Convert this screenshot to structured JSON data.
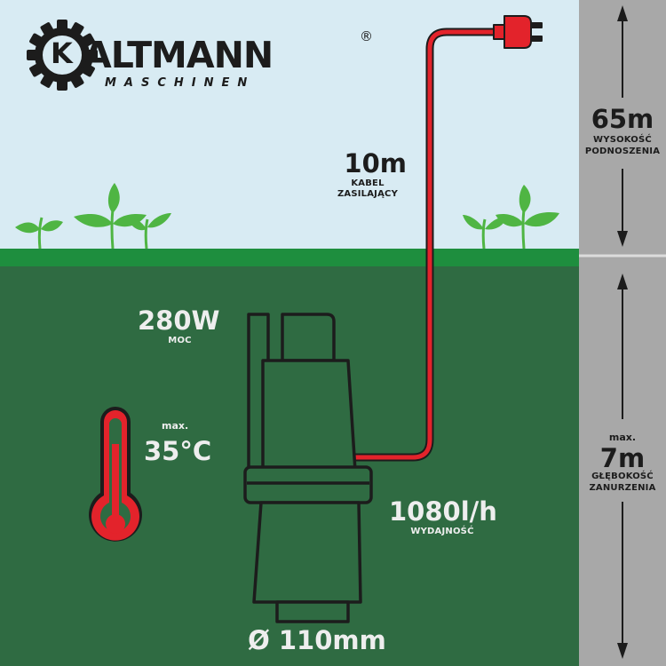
{
  "brand": {
    "logo_letter": "K",
    "name_rest": "ALTMANN",
    "subtitle": "MASCHINEN",
    "registered": "®"
  },
  "cable": {
    "value": "10m",
    "line1": "KABEL",
    "line2": "ZASILAJĄCY"
  },
  "lift": {
    "value": "65m",
    "line1": "WYSOKOŚĆ",
    "line2": "PODNOSZENIA"
  },
  "power": {
    "value": "280W",
    "label": "MOC"
  },
  "temperature": {
    "prefix": "max.",
    "value": "35°C"
  },
  "flow": {
    "value": "1080l/h",
    "label": "WYDAJNOŚĆ"
  },
  "depth": {
    "prefix": "max.",
    "value": "7m",
    "line1": "GŁĘBOKOŚĆ",
    "line2": "ZANURZENIA"
  },
  "diameter": {
    "value": "Ø 110mm"
  },
  "colors": {
    "sky": "#d8ebf3",
    "grass": "#1e8e3e",
    "ground": "#2f6b42",
    "side_panel": "#a8a8a8",
    "accent_red": "#e3232b",
    "ink": "#1c1c1c",
    "plant": "#4fb543"
  },
  "icons": [
    "gear-logo-icon",
    "plug-icon",
    "plant-icon",
    "thermometer-icon",
    "pump-icon",
    "double-arrow-icon"
  ]
}
